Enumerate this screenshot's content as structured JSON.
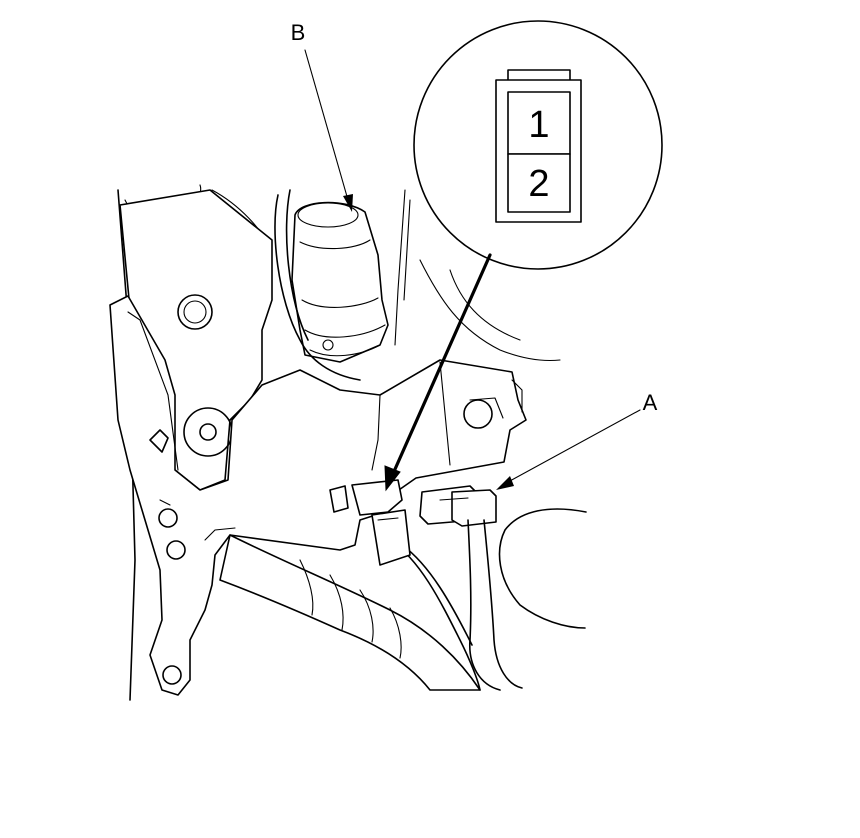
{
  "callouts": {
    "a": "A",
    "b": "B"
  },
  "connector_view": {
    "pin_top": "1",
    "pin_bottom": "2"
  }
}
